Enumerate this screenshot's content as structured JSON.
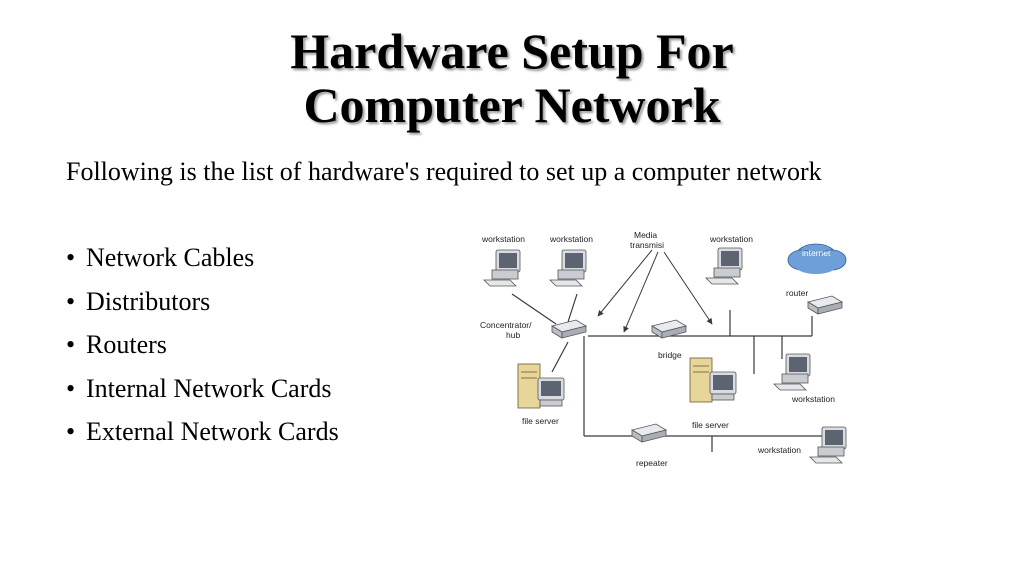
{
  "slide": {
    "title_line1": "Hardware Setup For",
    "title_line2": "Computer Network",
    "subtitle": "Following is the list of hardware's required to set up a computer network",
    "bullet_symbol": "•",
    "bullets": [
      "Network Cables",
      "Distributors",
      "Routers",
      "Internal Network Cards",
      "External Network Cards"
    ]
  },
  "diagram": {
    "labels": {
      "ws1": "workstation",
      "ws2": "workstation",
      "media1": "Media",
      "media2": "transmisi",
      "ws3": "workstation",
      "internet": "internet",
      "router": "router",
      "hub1": "Concentrator/",
      "hub2": "hub",
      "bridge": "bridge",
      "fs1": "file server",
      "fs2": "file server",
      "ws4": "workstation",
      "repeater": "repeater",
      "ws5": "workstation"
    },
    "colors": {
      "line": "#3a3a3a",
      "monitor_body": "#d9dce0",
      "screen": "#5b6470",
      "server": "#e8d59a",
      "cloud": "#6f9fd8"
    }
  }
}
